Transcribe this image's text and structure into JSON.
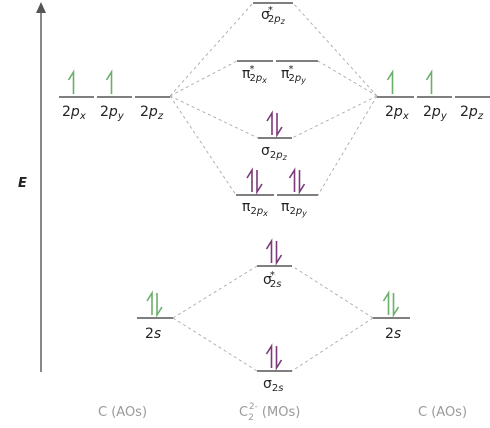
{
  "energy_axis": {
    "label": "E"
  },
  "left_atom": {
    "p_orbitals": [
      {
        "label_base": "2",
        "label_letter": "p",
        "label_sub": "x",
        "electrons": 1
      },
      {
        "label_base": "2",
        "label_letter": "p",
        "label_sub": "y",
        "electrons": 1
      },
      {
        "label_base": "2",
        "label_letter": "p",
        "label_sub": "z",
        "electrons": 0
      }
    ],
    "s_orbital": {
      "label_base": "2",
      "label_letter": "s",
      "electrons": 2
    }
  },
  "right_atom": {
    "p_orbitals": [
      {
        "label_base": "2",
        "label_letter": "p",
        "label_sub": "x",
        "electrons": 1
      },
      {
        "label_base": "2",
        "label_letter": "p",
        "label_sub": "y",
        "electrons": 1
      },
      {
        "label_base": "2",
        "label_letter": "p",
        "label_sub": "z",
        "electrons": 0
      }
    ],
    "s_orbital": {
      "label_base": "2",
      "label_letter": "s",
      "electrons": 2
    }
  },
  "molecular_orbitals": {
    "sigma_star_2pz": {
      "symbol": "σ",
      "star": "*",
      "sub_base": "2",
      "sub_letter": "p",
      "sub_sub": "z",
      "electrons": 0
    },
    "pi_star_2px": {
      "symbol": "π",
      "star": "*",
      "sub_base": "2",
      "sub_letter": "p",
      "sub_sub": "x",
      "electrons": 0
    },
    "pi_star_2py": {
      "symbol": "π",
      "star": "*",
      "sub_base": "2",
      "sub_letter": "p",
      "sub_sub": "y",
      "electrons": 0
    },
    "sigma_2pz": {
      "symbol": "σ",
      "sub_base": "2",
      "sub_letter": "p",
      "sub_sub": "z",
      "electrons": 2
    },
    "pi_2px": {
      "symbol": "π",
      "sub_base": "2",
      "sub_letter": "p",
      "sub_sub": "x",
      "electrons": 2
    },
    "pi_2py": {
      "symbol": "π",
      "sub_base": "2",
      "sub_letter": "p",
      "sub_sub": "y",
      "electrons": 2
    },
    "sigma_star_2s": {
      "symbol": "σ",
      "star": "*",
      "sub_base": "2",
      "sub_letter": "s",
      "electrons": 2
    },
    "sigma_2s": {
      "symbol": "σ",
      "sub_base": "2",
      "sub_letter": "s",
      "electrons": 2
    }
  },
  "captions": {
    "left": {
      "main": "C",
      "rest": " (AOs)"
    },
    "middle": {
      "main": "C",
      "sub": "2",
      "sup": "2-",
      "rest": " (MOs)"
    },
    "right": {
      "main": "C",
      "rest": " (AOs)"
    }
  },
  "colors": {
    "atomic_electron": "#6ab06a",
    "molecular_electron": "#7b3a78",
    "level": "#555555",
    "connector": "#aaaaaa",
    "axis": "#555555"
  }
}
